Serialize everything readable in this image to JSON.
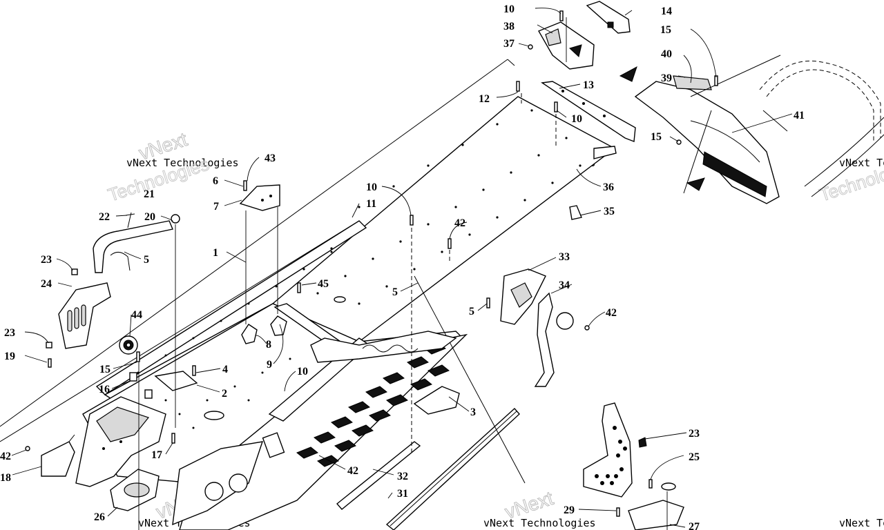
{
  "watermark": {
    "line1": "vNext Technologies",
    "line2": "Technologies",
    "line3": "vNext"
  },
  "callouts": [
    {
      "id": "c10a",
      "text": "10"
    },
    {
      "id": "c14",
      "text": "14"
    },
    {
      "id": "c38",
      "text": "38"
    },
    {
      "id": "c37",
      "text": "37"
    },
    {
      "id": "c15a",
      "text": "15"
    },
    {
      "id": "c40",
      "text": "40"
    },
    {
      "id": "c39",
      "text": "39"
    },
    {
      "id": "c12",
      "text": "12"
    },
    {
      "id": "c13",
      "text": "13"
    },
    {
      "id": "c10b",
      "text": "10"
    },
    {
      "id": "c41",
      "text": "41"
    },
    {
      "id": "c15b",
      "text": "15"
    },
    {
      "id": "c43",
      "text": "43"
    },
    {
      "id": "c6",
      "text": "6"
    },
    {
      "id": "c7",
      "text": "7"
    },
    {
      "id": "c10c",
      "text": "10"
    },
    {
      "id": "c36",
      "text": "36"
    },
    {
      "id": "c35",
      "text": "35"
    },
    {
      "id": "c21",
      "text": "21"
    },
    {
      "id": "c22",
      "text": "22"
    },
    {
      "id": "c20",
      "text": "20"
    },
    {
      "id": "c11",
      "text": "11"
    },
    {
      "id": "c42a",
      "text": "42"
    },
    {
      "id": "c1",
      "text": "1"
    },
    {
      "id": "c5a",
      "text": "5"
    },
    {
      "id": "c23a",
      "text": "23"
    },
    {
      "id": "c24",
      "text": "24"
    },
    {
      "id": "c33",
      "text": "33"
    },
    {
      "id": "c45",
      "text": "45"
    },
    {
      "id": "c5b",
      "text": "5"
    },
    {
      "id": "c34",
      "text": "34"
    },
    {
      "id": "c5c",
      "text": "5"
    },
    {
      "id": "c42b",
      "text": "42"
    },
    {
      "id": "c44",
      "text": "44"
    },
    {
      "id": "c23b",
      "text": "23"
    },
    {
      "id": "c8",
      "text": "8"
    },
    {
      "id": "c19",
      "text": "19"
    },
    {
      "id": "c15c",
      "text": "15"
    },
    {
      "id": "c9",
      "text": "9"
    },
    {
      "id": "c4",
      "text": "4"
    },
    {
      "id": "c10d",
      "text": "10"
    },
    {
      "id": "c16",
      "text": "16"
    },
    {
      "id": "c2",
      "text": "2"
    },
    {
      "id": "c3",
      "text": "3"
    },
    {
      "id": "c42c",
      "text": "42"
    },
    {
      "id": "c17",
      "text": "17"
    },
    {
      "id": "c18",
      "text": "18"
    },
    {
      "id": "c42d",
      "text": "42"
    },
    {
      "id": "c23c",
      "text": "23"
    },
    {
      "id": "c25",
      "text": "25"
    },
    {
      "id": "c32",
      "text": "32"
    },
    {
      "id": "c31",
      "text": "31"
    },
    {
      "id": "c26",
      "text": "26"
    },
    {
      "id": "c29",
      "text": "29"
    },
    {
      "id": "c27",
      "text": "27"
    }
  ]
}
